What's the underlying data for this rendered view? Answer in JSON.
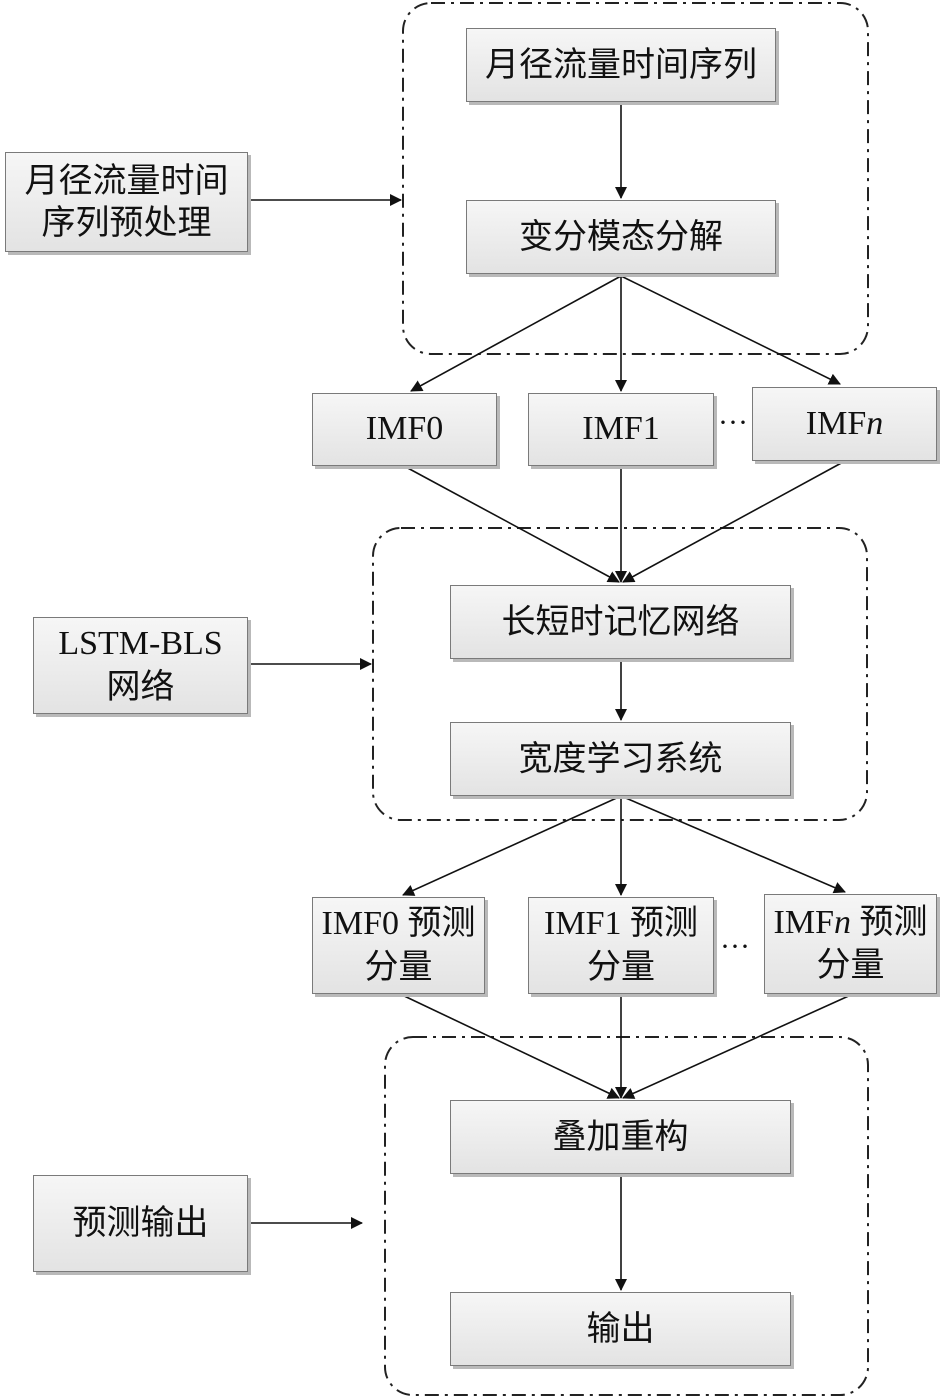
{
  "side_labels": {
    "preprocess": [
      "月径流量时间",
      "序列预处理"
    ],
    "network": [
      "LSTM-BLS",
      "网络"
    ],
    "output": [
      "预测输出"
    ]
  },
  "nodes": {
    "series": "月径流量时间序列",
    "vmd": "变分模态分解",
    "imf0": "IMF0",
    "imf1": "IMF1",
    "imfn_prefix": "IMF",
    "imfn_suffix": "n",
    "lstm": "长短时记忆网络",
    "bls": "宽度学习系统",
    "pred0": [
      "IMF0 预测",
      "分量"
    ],
    "pred1": [
      "IMF1 预测",
      "分量"
    ],
    "predn_prefix": "IMF",
    "predn_suffix": "n",
    "predn_tail": " 预测",
    "predn_line2": "分量",
    "reconstruct": "叠加重构",
    "output": "输出"
  },
  "ellipsis": "···"
}
